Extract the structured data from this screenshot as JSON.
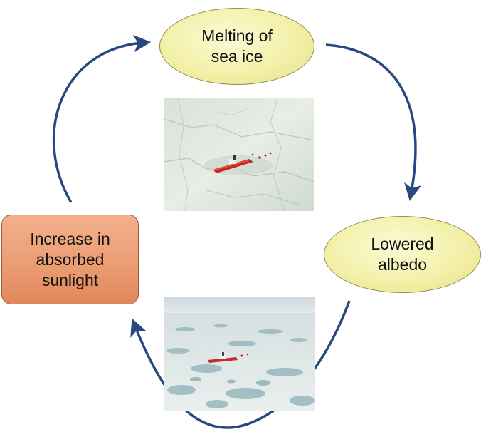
{
  "nodes": {
    "melting": "Melting of\nsea ice",
    "albedo": "Lowered\nalbedo",
    "absorbed": "Increase in\nabsorbed\nsunlight"
  },
  "colors": {
    "arrow": "#27497f",
    "oval_fill": "#f3f0a8",
    "box_fill": "#eb9b71"
  },
  "images": {
    "top": "aerial-ship-in-sea-ice",
    "bottom": "aerial-ship-in-melting-sea-ice"
  }
}
